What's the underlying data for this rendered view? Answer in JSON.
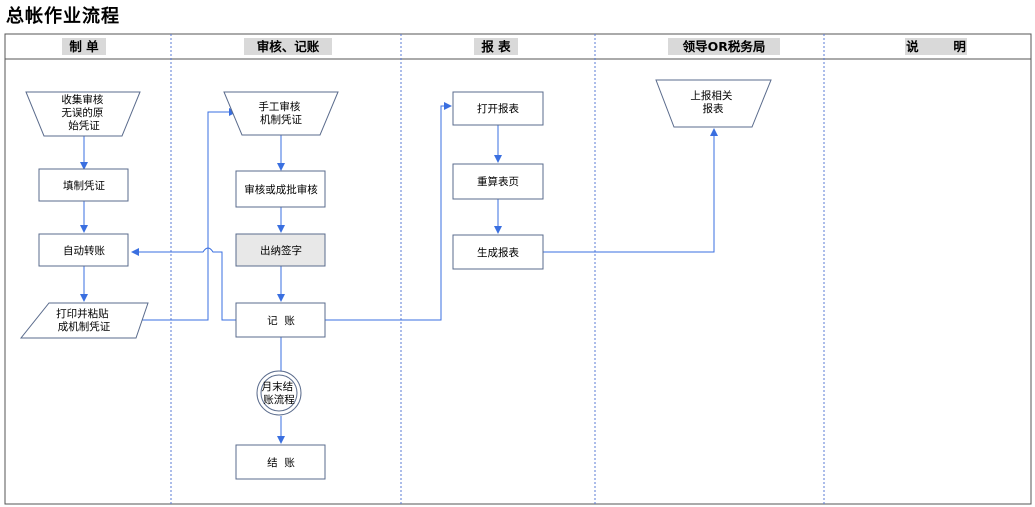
{
  "title": "总帐作业流程",
  "lanes": [
    {
      "id": "zhidan",
      "label": "制  单"
    },
    {
      "id": "shenhe",
      "label": "审核、记账"
    },
    {
      "id": "baobiao",
      "label": "报  表"
    },
    {
      "id": "lingdao",
      "label": "领导OR税务局"
    },
    {
      "id": "shuoming",
      "label": "说        明"
    }
  ],
  "nodes": {
    "collect": {
      "lines": [
        "收集审核",
        "无误的原",
        "始凭证"
      ]
    },
    "fill_voucher": {
      "lines": [
        "填制凭证"
      ]
    },
    "auto_transfer": {
      "lines": [
        "自动转账"
      ]
    },
    "print_paste": {
      "lines": [
        "打印并粘贴",
        "成机制凭证"
      ]
    },
    "manual_review": {
      "lines": [
        "手工审核",
        "机制凭证"
      ]
    },
    "review_batch": {
      "lines": [
        "审核或成批审核"
      ]
    },
    "cashier_sign": {
      "lines": [
        "出纳签字"
      ]
    },
    "posting": {
      "lines": [
        "记  账"
      ]
    },
    "month_end": {
      "lines": [
        "月末结",
        "账流程"
      ]
    },
    "closing": {
      "lines": [
        "结  账"
      ]
    },
    "open_report": {
      "lines": [
        "打开报表"
      ]
    },
    "recalc_page": {
      "lines": [
        "重算表页"
      ]
    },
    "gen_report": {
      "lines": [
        "生成报表"
      ]
    },
    "submit_report": {
      "lines": [
        "上报相关",
        "报表"
      ]
    }
  },
  "colors": {
    "node_border": "#5a6b8c",
    "arrow": "#3a6fe0",
    "lane_divider": "#5a7bd6",
    "header_fill": "#d9d9d9",
    "highlight_fill": "#e8e8e8"
  }
}
